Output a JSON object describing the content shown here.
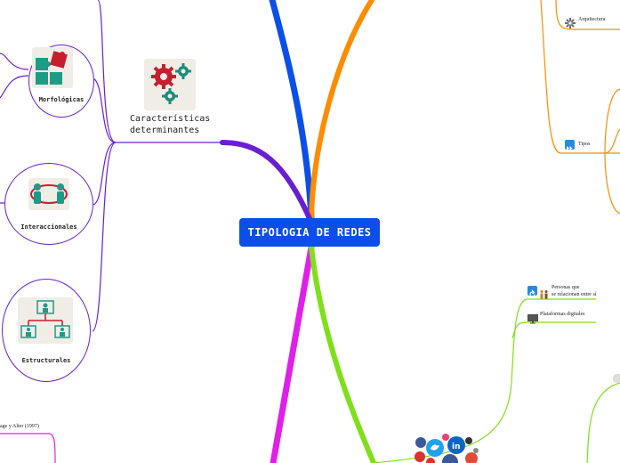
{
  "central": {
    "label": "TIPOLOGIA DE REDES"
  },
  "left": {
    "main_topic": "Características\ndeterminantes",
    "subtopics": [
      {
        "label": "Morfológicas",
        "icon": "puzzle-icon"
      },
      {
        "label": "Interaccionales",
        "icon": "people-exchange-icon"
      },
      {
        "label": "Estructurales",
        "icon": "org-chart-icon"
      }
    ],
    "bottom_citation": "age y Alter (1997)"
  },
  "right": {
    "top_items": [
      {
        "label": "Arquitectura",
        "icon": "gear-icon"
      },
      {
        "label": "Tipos",
        "icon": "fast-forward-icon"
      }
    ],
    "lower_items": [
      {
        "label": "Personas que\nse relacionan entre sí",
        "icon": "refresh-people-icon"
      },
      {
        "label": "Plataformas digitales",
        "icon": "monitor-icon"
      }
    ]
  },
  "colors": {
    "central": "#0b4fe8",
    "branch_blue": "#0b4fe8",
    "branch_orange": "#ff8c00",
    "branch_purple": "#6a1fd1",
    "branch_magenta": "#e020e8",
    "branch_green": "#7fe01a"
  }
}
